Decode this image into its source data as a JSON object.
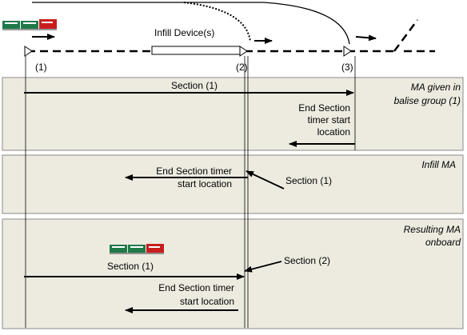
{
  "track": {
    "infill_label": "Infill Device(s)",
    "balise_labels": [
      "(1)",
      "(2)",
      "(3)"
    ]
  },
  "panels": [
    {
      "title_lines": [
        "MA given in",
        "balise group (1)"
      ],
      "section_label": "Section (1)",
      "end_section_lines": [
        "End Section",
        "timer start",
        "location"
      ]
    },
    {
      "title_lines": [
        "Infill MA"
      ],
      "end_section_lines": [
        "End Section timer",
        "start location"
      ],
      "section_label": "Section (1)"
    },
    {
      "title_lines": [
        "Resulting MA",
        "onboard"
      ],
      "section1_label": "Section (1)",
      "section2_label": "Section (2)",
      "end_section_lines": [
        "End Section timer",
        "start location"
      ]
    }
  ],
  "colors": {
    "panel_fill": "#edebe0",
    "panel_border": "#8a8a8a",
    "train_green": "#1f7a4a",
    "train_red": "#c81e1e"
  }
}
